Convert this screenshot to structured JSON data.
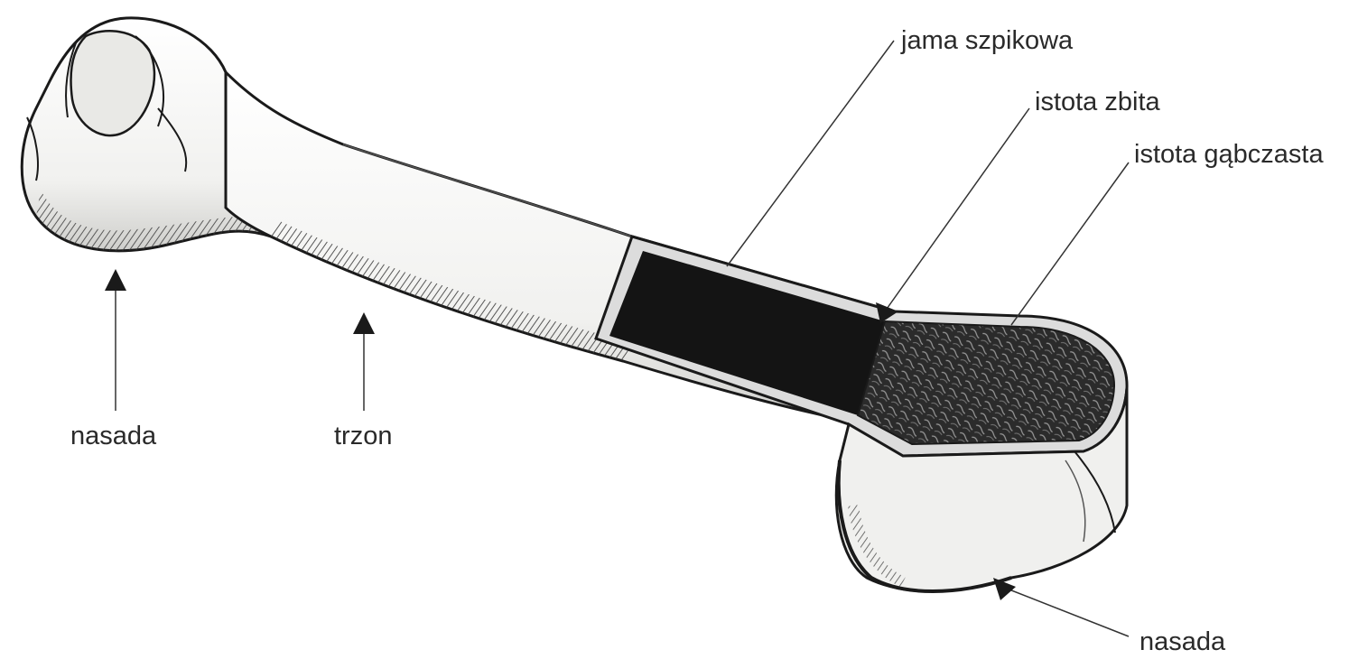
{
  "labels": {
    "jama_szpikowa": "jama szpikowa",
    "istota_zbita": "istota zbita",
    "istota_gabczasta": "istota gąbczasta",
    "nasada_left": "nasada",
    "trzon": "trzon",
    "nasada_right": "nasada"
  },
  "colors": {
    "bone_fill": "#f4f4f2",
    "bone_outline": "#1a1a1a",
    "hatch": "#3a3a3a",
    "cavity": "#141414",
    "spongy": "#2b2b2b",
    "cortex": "#dcdcdc",
    "label_text": "#2a2a2a",
    "leader": "#333333"
  }
}
